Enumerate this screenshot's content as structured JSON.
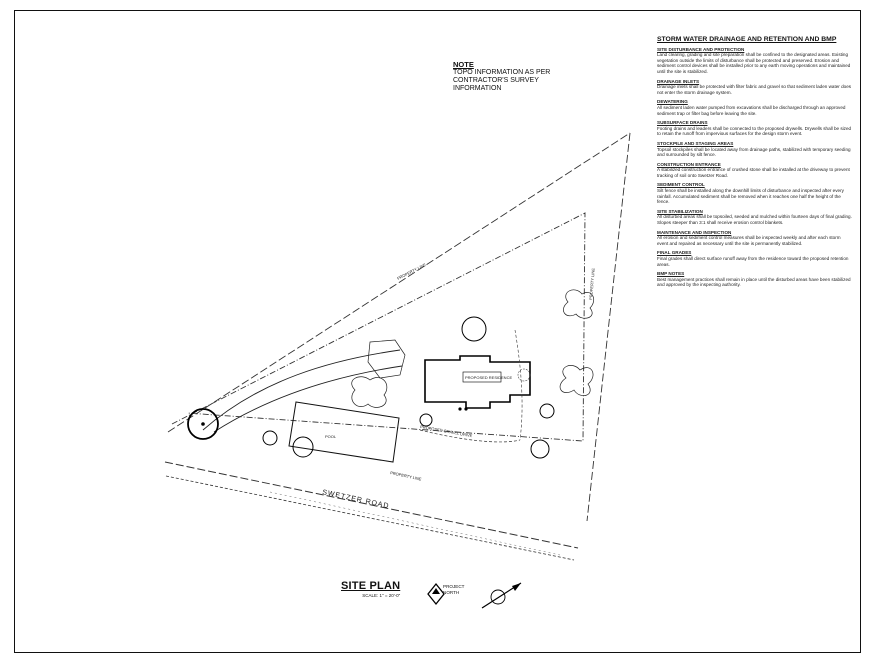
{
  "note": {
    "title": "NOTE",
    "lines": [
      "TOPO INFORMATION AS PER",
      "CONTRACTOR'S SURVEY",
      "INFORMATION"
    ]
  },
  "specs": {
    "title": "STORM WATER DRAINAGE AND RETENTION AND BMP",
    "sections": [
      {
        "head": "SITE DISTURBANCE AND PROTECTION",
        "body": "Land clearing, grading and site preparation shall be confined to the designated areas. Existing vegetation outside the limits of disturbance shall be protected and preserved. Erosion and sediment control devices shall be installed prior to any earth moving operations and maintained until the site is stabilized."
      },
      {
        "head": "DRAINAGE INLETS",
        "body": "Drainage inlets shall be protected with filter fabric and gravel so that sediment laden water does not enter the storm drainage system."
      },
      {
        "head": "DEWATERING",
        "body": "All sediment laden water pumped from excavations shall be discharged through an approved sediment trap or filter bag before leaving the site."
      },
      {
        "head": "SUBSURFACE DRAINS",
        "body": "Footing drains and leaders shall be connected to the proposed drywells. Drywells shall be sized to retain the runoff from impervious surfaces for the design storm event."
      },
      {
        "head": "STOCKPILE AND STAGING AREAS",
        "body": "Topsoil stockpiles shall be located away from drainage paths, stabilized with temporary seeding and surrounded by silt fence."
      },
      {
        "head": "CONSTRUCTION ENTRANCE",
        "body": "A stabilized construction entrance of crushed stone shall be installed at the driveway to prevent tracking of soil onto Swetzer Road."
      },
      {
        "head": "SEDIMENT CONTROL",
        "body": "Silt fence shall be installed along the downhill limits of disturbance and inspected after every rainfall. Accumulated sediment shall be removed when it reaches one half the height of the fence."
      },
      {
        "head": "SITE STABILIZATION",
        "body": "All disturbed areas shall be topsoiled, seeded and mulched within fourteen days of final grading. Slopes steeper than 3:1 shall receive erosion control blankets."
      },
      {
        "head": "MAINTENANCE AND INSPECTION",
        "body": "All erosion and sediment control measures shall be inspected weekly and after each storm event and repaired as necessary until the site is permanently stabilized."
      },
      {
        "head": "FINAL GRADES",
        "body": "Final grades shall direct surface runoff away from the residence toward the proposed retention areas."
      },
      {
        "head": "BMP NOTES",
        "body": "Best management practices shall remain in place until the disturbed areas have been stabilized and approved by the inspecting authority."
      }
    ]
  },
  "site_labels": {
    "road_name": "SWETZER ROAD",
    "property_line": "PROPERTY LINE",
    "house": "PROPOSED RESIDENCE",
    "drive": "PROPOSED GRAVEL DRIVE",
    "garage": "POOL"
  },
  "title_block": {
    "title": "SITE PLAN",
    "scale": "SCALE: 1\" = 20'-0\"",
    "north_label_1": "PROJECT",
    "north_label_2": "NORTH"
  }
}
